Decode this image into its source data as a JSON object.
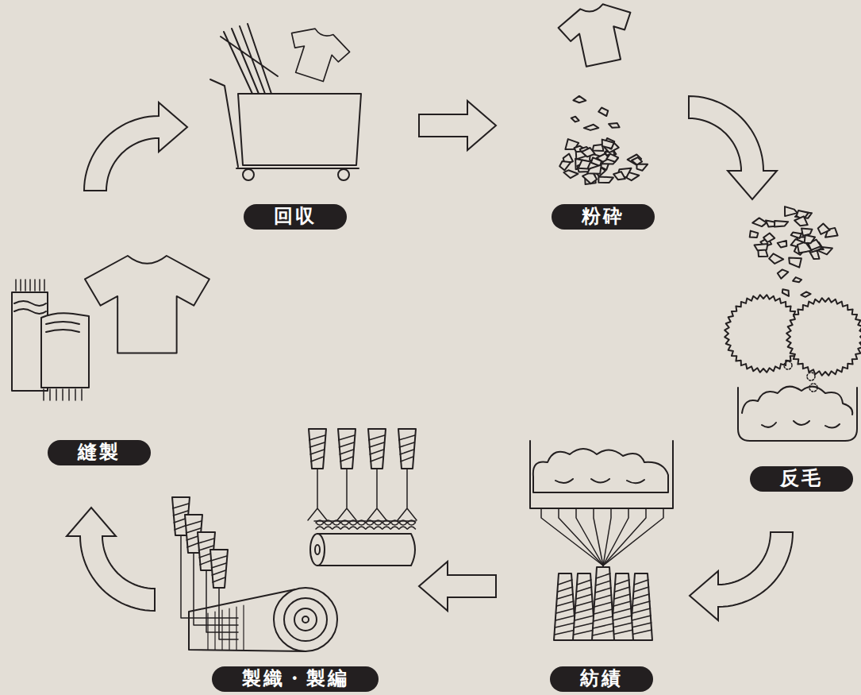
{
  "diagram": {
    "nodes": [
      {
        "text": [
          "回収"
        ]
      },
      {
        "text": [
          "粉砕"
        ]
      },
      {
        "text": [
          "反毛"
        ]
      },
      {
        "text": [
          "紡績"
        ]
      },
      {
        "text": [
          "製織・製編"
        ]
      },
      {
        "text": [
          "縫製"
        ]
      }
    ],
    "edges": [
      {
        "from": 0,
        "to": 1,
        "arrow": "to"
      },
      {
        "from": 1,
        "to": 2,
        "arrow": "to"
      },
      {
        "from": 2,
        "to": 3,
        "arrow": "to"
      },
      {
        "from": 3,
        "to": 4,
        "arrow": "to"
      },
      {
        "from": 4,
        "to": 5,
        "arrow": "to"
      },
      {
        "from": 5,
        "to": 0,
        "arrow": "to"
      }
    ]
  }
}
